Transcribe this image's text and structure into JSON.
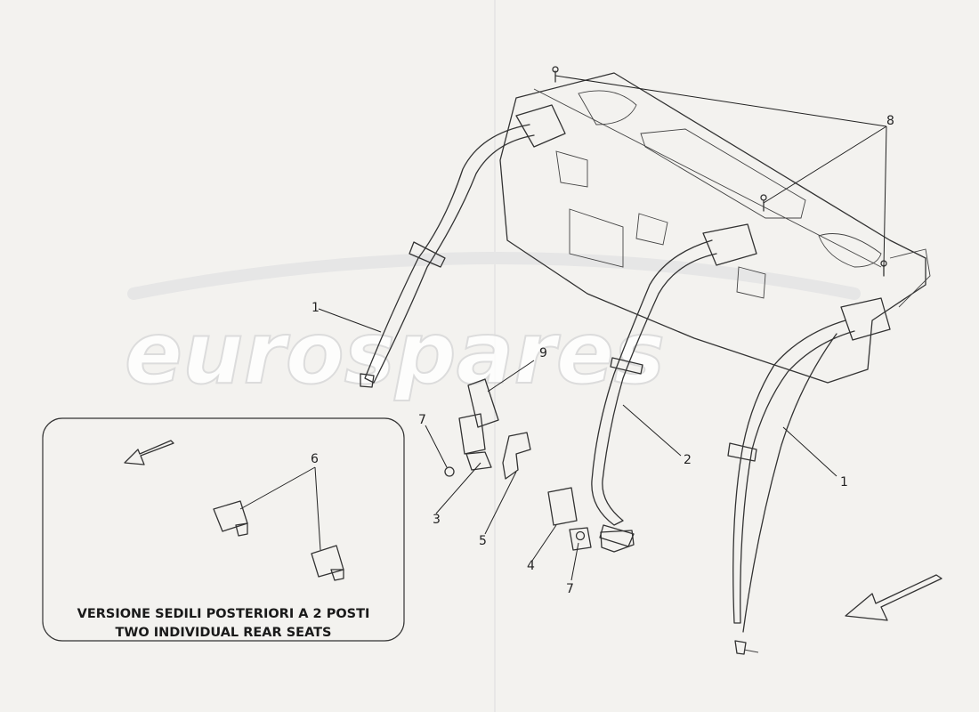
{
  "watermark": "eurospares",
  "inset_caption": {
    "line1": "VERSIONE SEDILI POSTERIORI A 2 POSTI",
    "line2": "TWO INDIVIDUAL REAR SEATS"
  },
  "callouts": {
    "c1a": "1",
    "c1b": "1",
    "c2": "2",
    "c3": "3",
    "c4": "4",
    "c5": "5",
    "c6": "6",
    "c7a": "7",
    "c7b": "7",
    "c8": "8",
    "c9": "9"
  }
}
